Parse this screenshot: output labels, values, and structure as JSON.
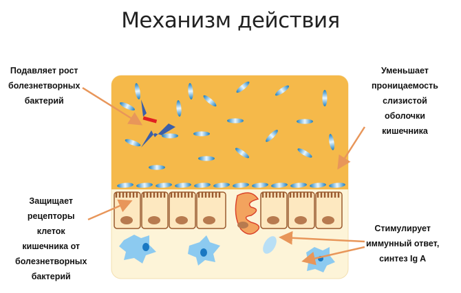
{
  "title": "Механизм действия",
  "labels": {
    "suppress": "Подавляет рост\nболезнетворных\nбактерий",
    "permeability": "Уменьшает\nпроницаемость\nслизистой\nоболочки\nкишечника",
    "protect": "Защищает\nрецепторы\nклеток\nкишечника от\nболезнетворных\nбактерий",
    "immune": "Стимулирует\nиммунный ответ,\nсинтез Ig A"
  },
  "colors": {
    "lumen": "#f5b94a",
    "tissue": "#fdf4d8",
    "arrow": "#e8965a",
    "bacteria": "#2f8fc4"
  }
}
